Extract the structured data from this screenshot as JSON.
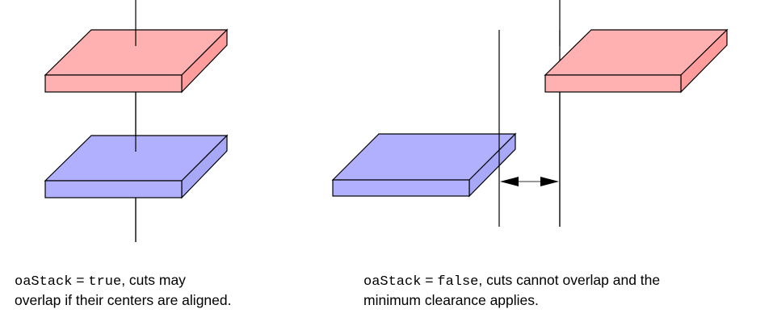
{
  "colors": {
    "cut_upper": "#ffb0b0",
    "cut_upper_side": "#ff9c9c",
    "cut_lower": "#b0b0ff",
    "cut_lower_side": "#a8a8f8"
  },
  "left_caption": {
    "code": "oaStack",
    "eq": " = ",
    "value": "true",
    "rest1": ", cuts may",
    "line2": "overlap if their centers are aligned."
  },
  "right_caption": {
    "code": "oaStack",
    "eq": " = ",
    "value": "false",
    "rest1": ", cuts cannot overlap and the",
    "line2": "minimum clearance applies."
  }
}
